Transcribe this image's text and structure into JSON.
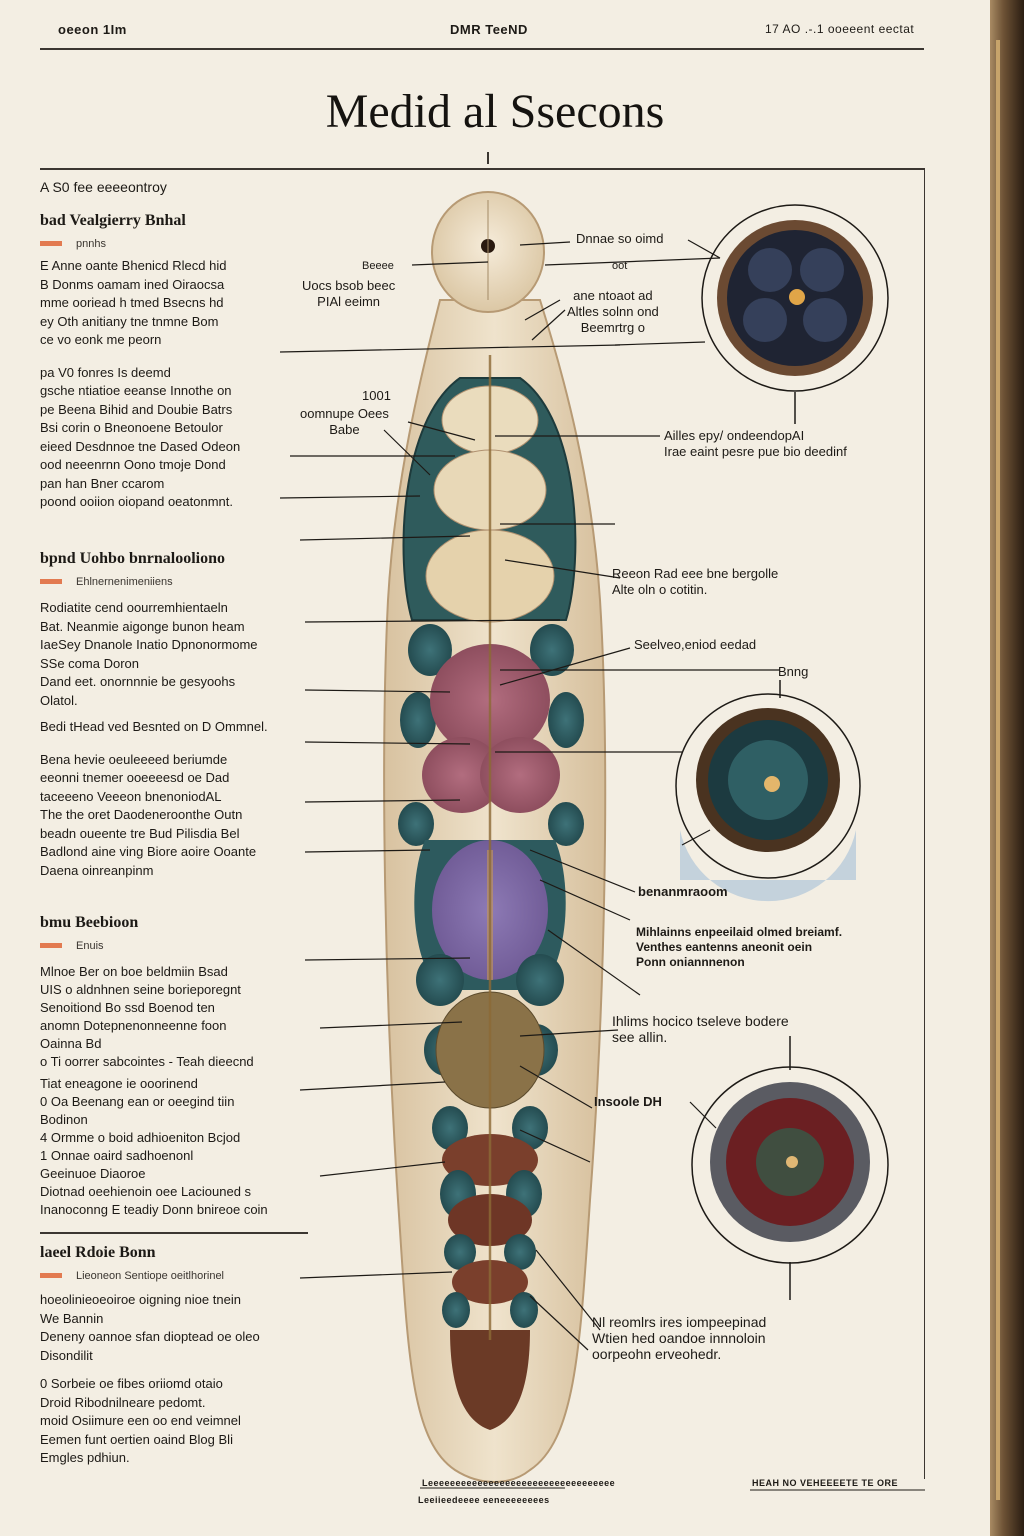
{
  "header": {
    "left": "oeeon   1Im",
    "center": "DMR TeeND",
    "right": "17 AO .-.1 ooeeent eectat"
  },
  "title": "Medid al Ssecons",
  "sidebar": {
    "intro": "A S0 fee eeeeontroy",
    "sections": [
      {
        "heading": "bad Vealgierry Bnhal",
        "subtitle": "pnnhs",
        "paragraphs": [
          "E Anne oante Bhenicd Rlecd hid\nB Donms oamam ined Oiraocsa\nmme ooriead h tmed Bsecns hd\ney Oth anitiany tne tnmne Bom\nce vo eonk me peorn",
          "pa V0 fonres Is deemd\ngsche ntiatioe eeanse Innothe on\npe Beena Bihid and Doubie Batrs\nBsi corin o Bneonoene Betoulor\neieed Desdnnoe tne Dased Odeon\nood neeenrnn Oono tmoje Dond\npan han Bner ccarom\npoond ooiion oiopand oeatonmnt."
        ]
      },
      {
        "heading": "bpnd Uohbo bnrnalooliono",
        "subtitle": "Ehlnernenimeniiens",
        "paragraphs": [
          "Rodiatite cend oourremhientaeln\nBat. Neanmie aigonge bunon heam\nIaeSey Dnanole Inatio Dpnonormome\nSSe coma Doron\nDand eet. onornnnie be gesyoohs\n   Olatol.",
          "Bedi tHead ved Besnted on D Ommnel.",
          "Bena hevie oeuleeeed beriumde\neeonni tnemer ooeeeesd oe Dad\ntaceeeno Veeeon bnenoniodAL\nThe the oret Daodeneroonthe Outn\nbeadn oueente tre Bud Pilisdia Bel\nBadlond aine ving Biore aoire Ooante\nDaena oinreanpinm"
        ]
      },
      {
        "heading": "bmu Beebioon",
        "subtitle": "Enuis",
        "paragraphs": [
          "Mlnoe Ber on boe beldmiin Bsad\nUIS o aldnhnen seine borieporegnt\nSenoitiond Bo ssd Boenod ten\nanomn Dotepnenonneenne foon\n   Oainna Bd\no Ti oorrer sabcointes - Teah dieecnd",
          "Tiat eneagone ie ooorinend\n0 Oa Beenang ean or oeegind tiin\n     Bodinon\n4 Ormme o boid adhioeniton Bcjod\n1 Onnae oaird sadhoenonl\n     Geeinuoe Diaoroe\nDiotnad oeehienoin oee Laciouned s\nInanoconng E teadiy Donn bnireoe coin"
        ]
      },
      {
        "heading": "laeel Rdoie Bonn",
        "subtitle": "Lieoneon Sentiope oeitlhorinel",
        "paragraphs": [
          "hoeolinieoeoiroe oigning nioe tnein\nWe Bannin\nDeneny oannoe sfan dioptead oe oleo\nDisondilit",
          "0 Sorbeie oe fibes oriiomd otaio\nDroid Ribodnilneare pedomt.\nmoid Osiimure een oo end veimnel\nEemen funt oertien oaind Blog Bli\nEmgles pdhiun."
        ]
      }
    ]
  },
  "labels": {
    "top_center": "Dnnae so oimd",
    "small_left": "Beeee",
    "small_right": "oot",
    "left_top": "Uocs bsob beec\nPIAl eeimn",
    "mid_top": "ane ntoaot ad\nAltles solnn ond\nBeemrtrg o",
    "left_mid_num": "1001",
    "left_mid": "oomnupe Oees\nBabe",
    "right_row1": "Ailles epy/ ondeendopAI\nIrae eaint pesre pue bio deedinf",
    "right_row2": "Reeon Rad eee bne bergolle\nAlte oln o cotitin.",
    "right_row3": "Seelveo,eniod eedad",
    "right_row3b": "Bnng",
    "right_row4": "benanmraoom",
    "right_row5": "Mihlainns enpeeilaid olmed breiamf.\nVenthes eantenns aneonit oein\nPonn oniannnenon",
    "right_row6": "Ihlims hocico tseleve bodere\nsee allin.",
    "right_row7": "Insoole DH",
    "right_row8": "Nl reomlrs ires iompeepinad\nWtien hed oandoe innnoloin\noorpeohn erveohedr."
  },
  "footer": {
    "bottom_center_1": "Leeeeeeeeeeeeeeeeeeeeeeeeeeeeeeeeee",
    "bottom_center_2": "Leeiieedeeee eeneeeeeeees",
    "bottom_right": "HEAH NO VEHEEEETE TE ORE"
  },
  "colors": {
    "paper": "#f3eee3",
    "ink": "#1d1a16",
    "accent_tag": "#e27a50",
    "body_cream": "#e9d9bd",
    "teal_lobe": "#2d5a5e",
    "rose_lobe": "#9e5b6e",
    "violet_lobe": "#7e6aa5",
    "olive_lobe": "#8a7248",
    "rust_lobe": "#7a3f2c"
  }
}
